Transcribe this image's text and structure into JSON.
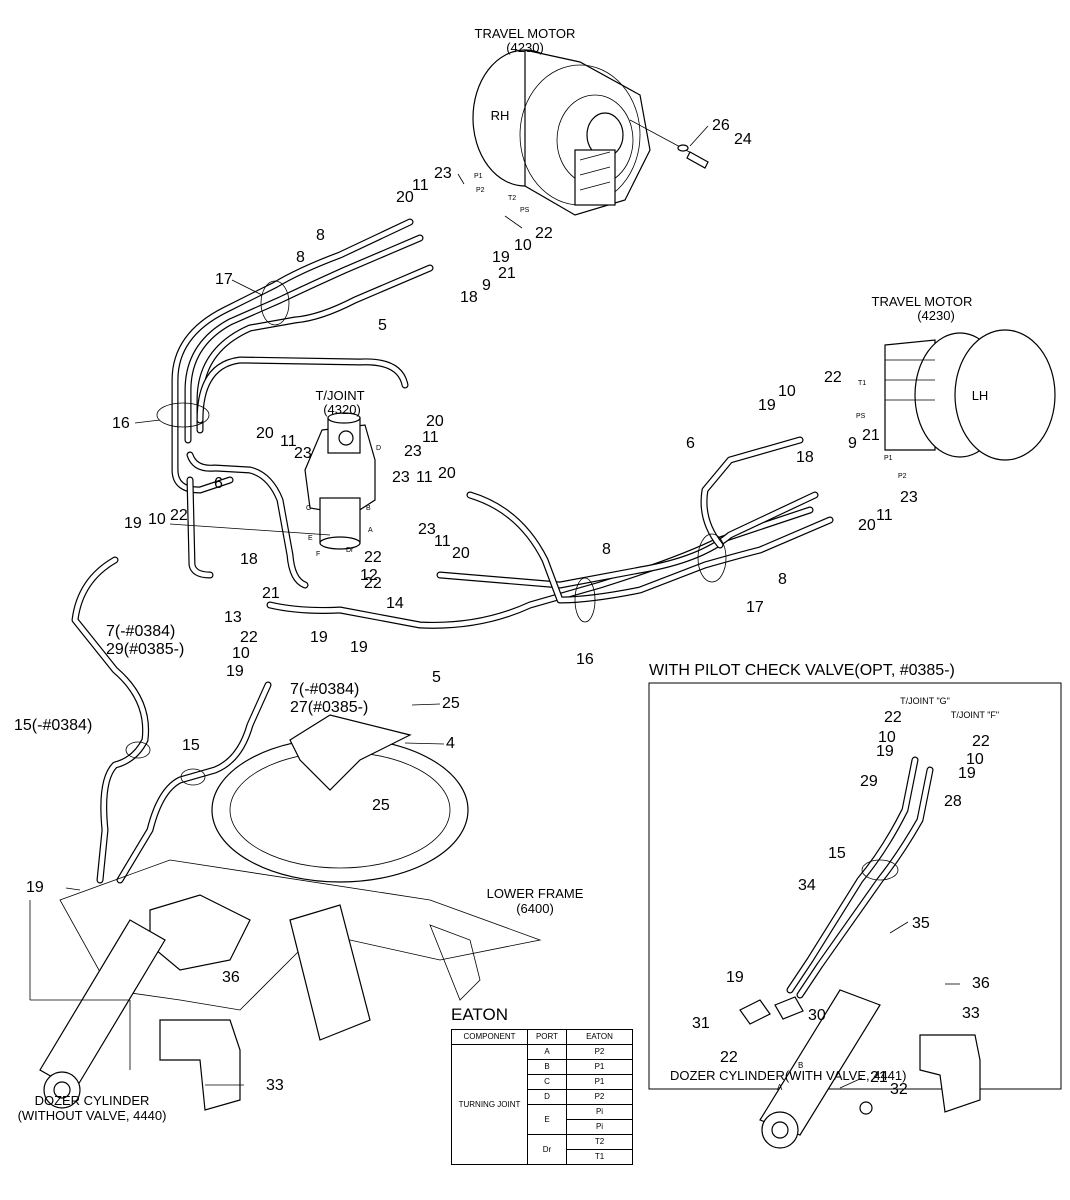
{
  "labels": {
    "travel_motor_rh": "TRAVEL MOTOR",
    "travel_motor_rh_code": "(4230)",
    "rh": "RH",
    "travel_motor_lh": "TRAVEL MOTOR",
    "travel_motor_lh_code": "(4230)",
    "lh": "LH",
    "tjoint": "T/JOINT",
    "tjoint_code": "(4320)",
    "lower_frame": "LOWER FRAME",
    "lower_frame_code": "(6400)",
    "dozer_without_1": "DOZER CYLINDER",
    "dozer_without_2": "(WITHOUT VALVE, 4440)",
    "dozer_with": "DOZER CYLINDER(WITH VALVE, 4441)",
    "inset_title": "WITH PILOT CHECK VALVE(OPT, #0385-)",
    "tjoint_g": "T/JOINT \"G\"",
    "tjoint_f": "T/JOINT \"F\""
  },
  "callouts": {
    "n26": "26",
    "n24": "24",
    "n23a": "23",
    "n11a": "11",
    "n20a": "20",
    "n8a": "8",
    "n8b": "8",
    "n10a": "10",
    "n22a": "22",
    "n19a": "19",
    "n21a": "21",
    "n9a": "9",
    "n18a": "18",
    "n17a": "17",
    "n5a": "5",
    "n16a": "16",
    "n20b": "20",
    "n11b": "11",
    "n23b": "23",
    "n20c": "20",
    "n11c": "11",
    "n23c": "23",
    "n6a": "6",
    "n23d": "23",
    "n11d": "11",
    "n20d": "20",
    "n19b": "19",
    "n10b": "10",
    "n22b": "22",
    "n18b": "18",
    "n21b": "21",
    "n13": "13",
    "n23e": "23",
    "n11e": "11",
    "n20e": "20",
    "n22c": "22",
    "n12": "12",
    "n22d": "22",
    "n14": "14",
    "n22e": "22",
    "n19c": "19",
    "n19d": "19",
    "n10c": "10",
    "n19e": "19",
    "n7a": "7(-#0384)",
    "n29a": "29(#0385-)",
    "n15a": "15(-#0384)",
    "n15b": "15",
    "n7b": "7(-#0384)",
    "n27": "27(#0385-)",
    "n25a": "25",
    "n4": "4",
    "n25b": "25",
    "n5b": "5",
    "n16b": "16",
    "n8c": "8",
    "n17b": "17",
    "n8d": "8",
    "n19f": "19",
    "n36a": "36",
    "n33a": "33",
    "n22f": "22",
    "n19g": "19",
    "n10d": "10",
    "n9b": "9",
    "n21c": "21",
    "n18c": "18",
    "n6b": "6",
    "n23f": "23",
    "n11f": "11",
    "n20f": "20",
    "n22g": "22",
    "n10e": "10",
    "n22h": "22",
    "n19h": "19",
    "n10f": "10",
    "n19i": "19",
    "n29b": "29",
    "n28": "28",
    "n15c": "15",
    "n34": "34",
    "n35": "35",
    "n19j": "19",
    "n31": "31",
    "n30": "30",
    "n22i": "22",
    "n36b": "36",
    "n33b": "33",
    "n21d": "21",
    "n32": "32"
  },
  "ports": {
    "p1": "P1",
    "p2": "P2",
    "t2": "T2",
    "ps": "PS",
    "t1": "T1",
    "p1b": "P1",
    "p2b": "P2",
    "psb": "PS",
    "a": "A",
    "b": "B",
    "c": "C",
    "d": "D",
    "e": "E",
    "f": "F",
    "dr": "Dr",
    "ib": "B",
    "ia": "A"
  },
  "eaton": {
    "title": "EATON",
    "headers": [
      "COMPONENT",
      "PORT",
      "EATON"
    ],
    "component": "TURNING JOINT",
    "rows": [
      {
        "port": "A",
        "eaton": "P2"
      },
      {
        "port": "B",
        "eaton": "P1"
      },
      {
        "port": "C",
        "eaton": "P1"
      },
      {
        "port": "D",
        "eaton": "P2"
      },
      {
        "port": "E",
        "eaton": "Pi"
      },
      {
        "port": "",
        "eaton": "Pi"
      },
      {
        "port": "Dr",
        "eaton": "T2"
      },
      {
        "port": "",
        "eaton": "T1"
      }
    ]
  }
}
